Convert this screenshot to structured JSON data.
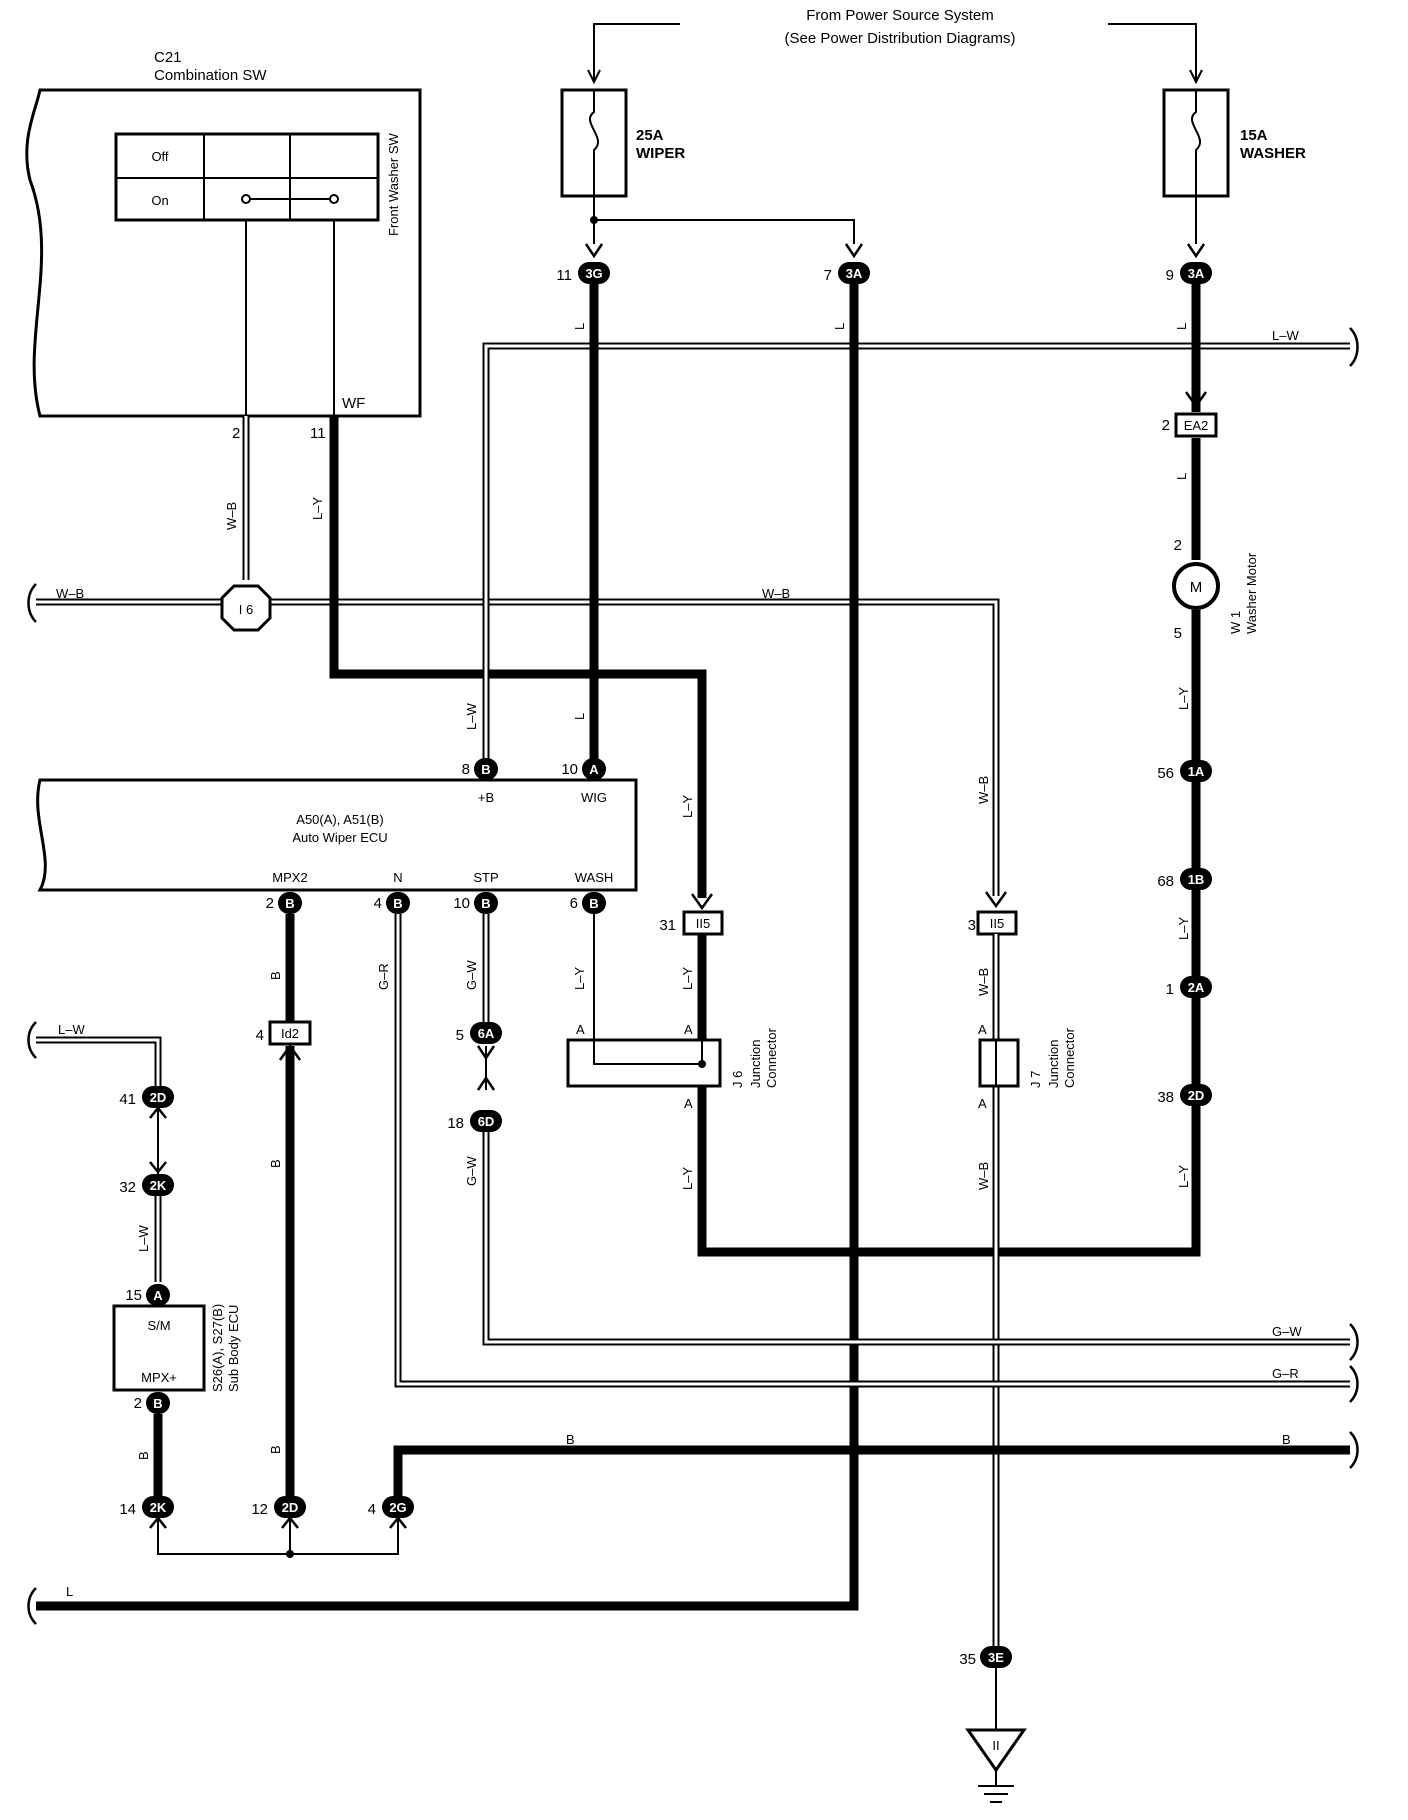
{
  "power_source": {
    "line1": "From Power Source System",
    "line2": "(See Power Distribution Diagrams)"
  },
  "fuses": [
    {
      "id": "fuse-wiper",
      "rating": "25A",
      "name": "WIPER"
    },
    {
      "id": "fuse-washer",
      "rating": "15A",
      "name": "WASHER"
    }
  ],
  "combination_sw": {
    "ref": "C21",
    "name": "Combination SW",
    "switch_title": "Front Washer SW",
    "positions": [
      "Off",
      "On"
    ],
    "terminal_label": "WF",
    "pins": [
      "2",
      "11"
    ]
  },
  "wiper_ecu": {
    "ref": "A50(A), A51(B)",
    "name": "Auto Wiper ECU",
    "top_terminals": [
      {
        "no": "8",
        "conn": "B",
        "label": "+B"
      },
      {
        "no": "10",
        "conn": "A",
        "label": "WIG"
      }
    ],
    "bottom_terminals": [
      {
        "no": "2",
        "conn": "B",
        "label": "MPX2"
      },
      {
        "no": "4",
        "conn": "B",
        "label": "N"
      },
      {
        "no": "10",
        "conn": "B",
        "label": "STP"
      },
      {
        "no": "6",
        "conn": "B",
        "label": "WASH"
      }
    ]
  },
  "body_ecu": {
    "ref": "S26(A), S27(B)",
    "name": "Sub Body ECU",
    "terminals": [
      "S/M",
      "MPX+"
    ],
    "pins": [
      {
        "no": "15",
        "conn": "A"
      },
      {
        "no": "2",
        "conn": "B"
      }
    ]
  },
  "washer_motor": {
    "ref": "W 1",
    "name": "Washer Motor",
    "symbol": "M",
    "pins": [
      "2",
      "5"
    ]
  },
  "junctions": [
    {
      "ref": "J 6",
      "name": "Junction",
      "name2": "Connector",
      "pin": "A"
    },
    {
      "ref": "J 7",
      "name": "Junction",
      "name2": "Connector",
      "pin": "A"
    }
  ],
  "ground": {
    "id": "II"
  },
  "splice": {
    "id": "I 6"
  },
  "connectors": {
    "c_3g": {
      "no": "11",
      "id": "3G"
    },
    "c_3a_wiper": {
      "no": "7",
      "id": "3A"
    },
    "c_3a_washer": {
      "no": "9",
      "id": "3A"
    },
    "c_ea2": {
      "no": "2",
      "id": "EA2"
    },
    "c_1a": {
      "no": "56",
      "id": "1A"
    },
    "c_1b": {
      "no": "68",
      "id": "1B"
    },
    "c_2a": {
      "no": "1",
      "id": "2A"
    },
    "c_2d_r": {
      "no": "38",
      "id": "2D"
    },
    "c_ii5_l": {
      "no": "31",
      "id": "II5"
    },
    "c_ii5_r": {
      "no": "3",
      "id": "II5"
    },
    "c_id2": {
      "no": "4",
      "id": "Id2"
    },
    "c_6a": {
      "no": "5",
      "id": "6A"
    },
    "c_6d": {
      "no": "18",
      "id": "6D"
    },
    "c_2d_l": {
      "no": "41",
      "id": "2D"
    },
    "c_2k_top": {
      "no": "32",
      "id": "2K"
    },
    "c_2k_bot": {
      "no": "14",
      "id": "2K"
    },
    "c_2d_bot": {
      "no": "12",
      "id": "2D"
    },
    "c_2g": {
      "no": "4",
      "id": "2G"
    },
    "c_3e": {
      "no": "35",
      "id": "3E"
    }
  },
  "wires": {
    "L": "L",
    "L_W": "L–W",
    "W_B": "W–B",
    "L_Y": "L–Y",
    "G_W": "G–W",
    "G_R": "G–R",
    "B": "B"
  }
}
